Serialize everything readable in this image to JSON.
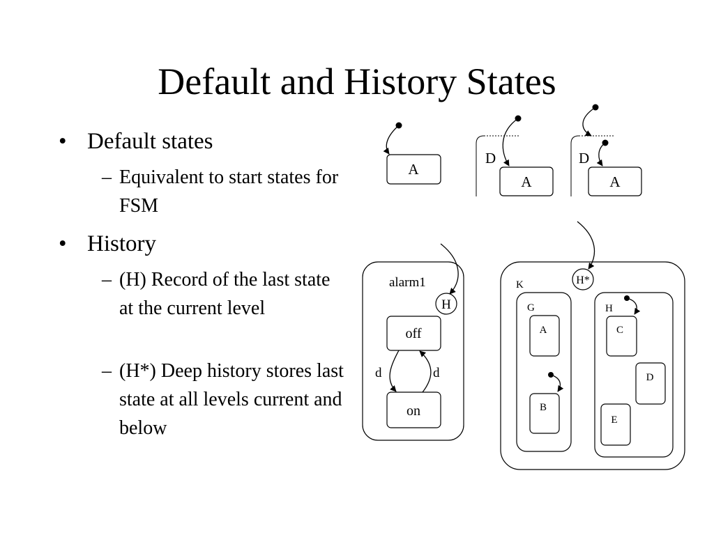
{
  "slide": {
    "title": "Default and History States"
  },
  "bullets": {
    "default_states": "Default states",
    "equivalent": "Equivalent to start states for FSM",
    "history": "History",
    "h_record": "(H) Record of the last state at the current level",
    "h_deep": "(H*) Deep history stores last state at all levels current and below"
  },
  "glyphs": {
    "bullet": "•",
    "dash": "–"
  },
  "diagram": {
    "top": {
      "state_a1": "A",
      "d_label_1": "D",
      "state_a2": "A",
      "d_label_2": "D",
      "state_a3": "A"
    },
    "alarm": {
      "name": "alarm1",
      "history": "H",
      "off": "off",
      "on": "on",
      "event_left": "d",
      "event_right": "d"
    },
    "deep": {
      "deep_history": "H*",
      "k": "K",
      "g": "G",
      "h": "H",
      "a": "A",
      "b": "B",
      "c": "C",
      "d": "D",
      "e": "E"
    }
  }
}
